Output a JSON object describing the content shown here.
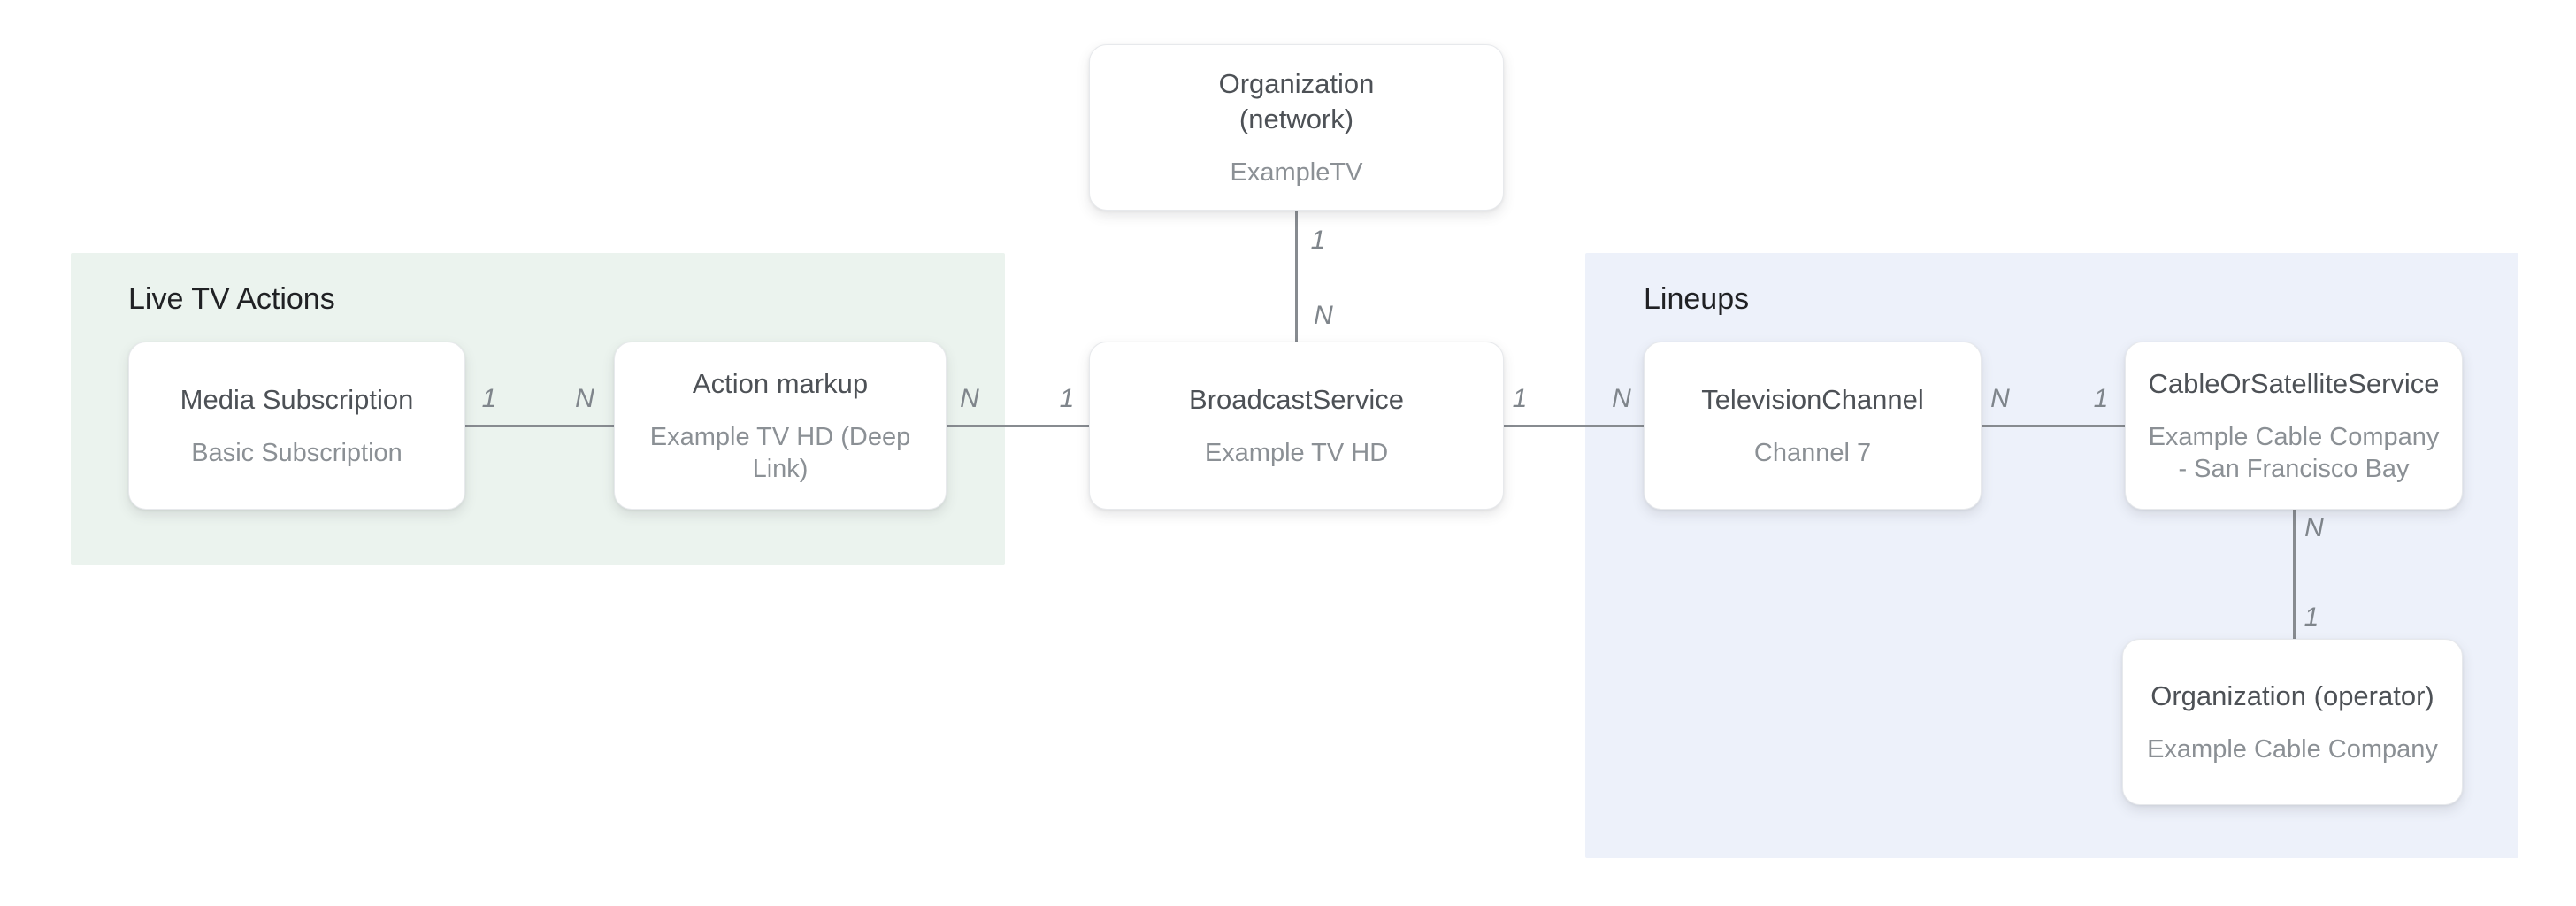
{
  "diagram": {
    "description": "Entity relationship diagram for Live TV structured data",
    "colors": {
      "live_tv_actions_panel_bg": "#ebf3ee",
      "lineups_panel_bg": "#edf1fa",
      "connector_line": "#878b90",
      "node_title_text": "#4d5156",
      "node_subtitle_text": "#8b9095",
      "group_title_text": "#202124"
    },
    "groups": {
      "live_tv_actions": {
        "title": "Live TV Actions"
      },
      "lineups": {
        "title": "Lineups"
      }
    },
    "nodes": {
      "organization_network": {
        "title": "Organization (network)",
        "subtitle": "ExampleTV"
      },
      "media_subscription": {
        "title": "Media Subscription",
        "subtitle": "Basic Subscription"
      },
      "action_markup": {
        "title": "Action markup",
        "subtitle": "Example TV HD (Deep Link)"
      },
      "broadcast_service": {
        "title": "BroadcastService",
        "subtitle": "Example TV HD"
      },
      "television_channel": {
        "title": "TelevisionChannel",
        "subtitle": "Channel 7"
      },
      "cable_or_satellite_service": {
        "title": "CableOrSatelliteService",
        "subtitle": "Example Cable Company - San Francisco Bay"
      },
      "organization_operator": {
        "title": "Organization (operator)",
        "subtitle": "Example Cable Company"
      }
    },
    "edges": {
      "network_to_broadcast": {
        "start_label": "1",
        "end_label": "N"
      },
      "media_to_action": {
        "start_label": "1",
        "end_label": "N"
      },
      "action_to_broadcast": {
        "start_label": "N",
        "end_label": "1"
      },
      "broadcast_to_television": {
        "start_label": "1",
        "end_label": "N"
      },
      "television_to_cable": {
        "start_label": "N",
        "end_label": "1"
      },
      "cable_to_operator": {
        "start_label": "N",
        "end_label": "1"
      }
    }
  }
}
